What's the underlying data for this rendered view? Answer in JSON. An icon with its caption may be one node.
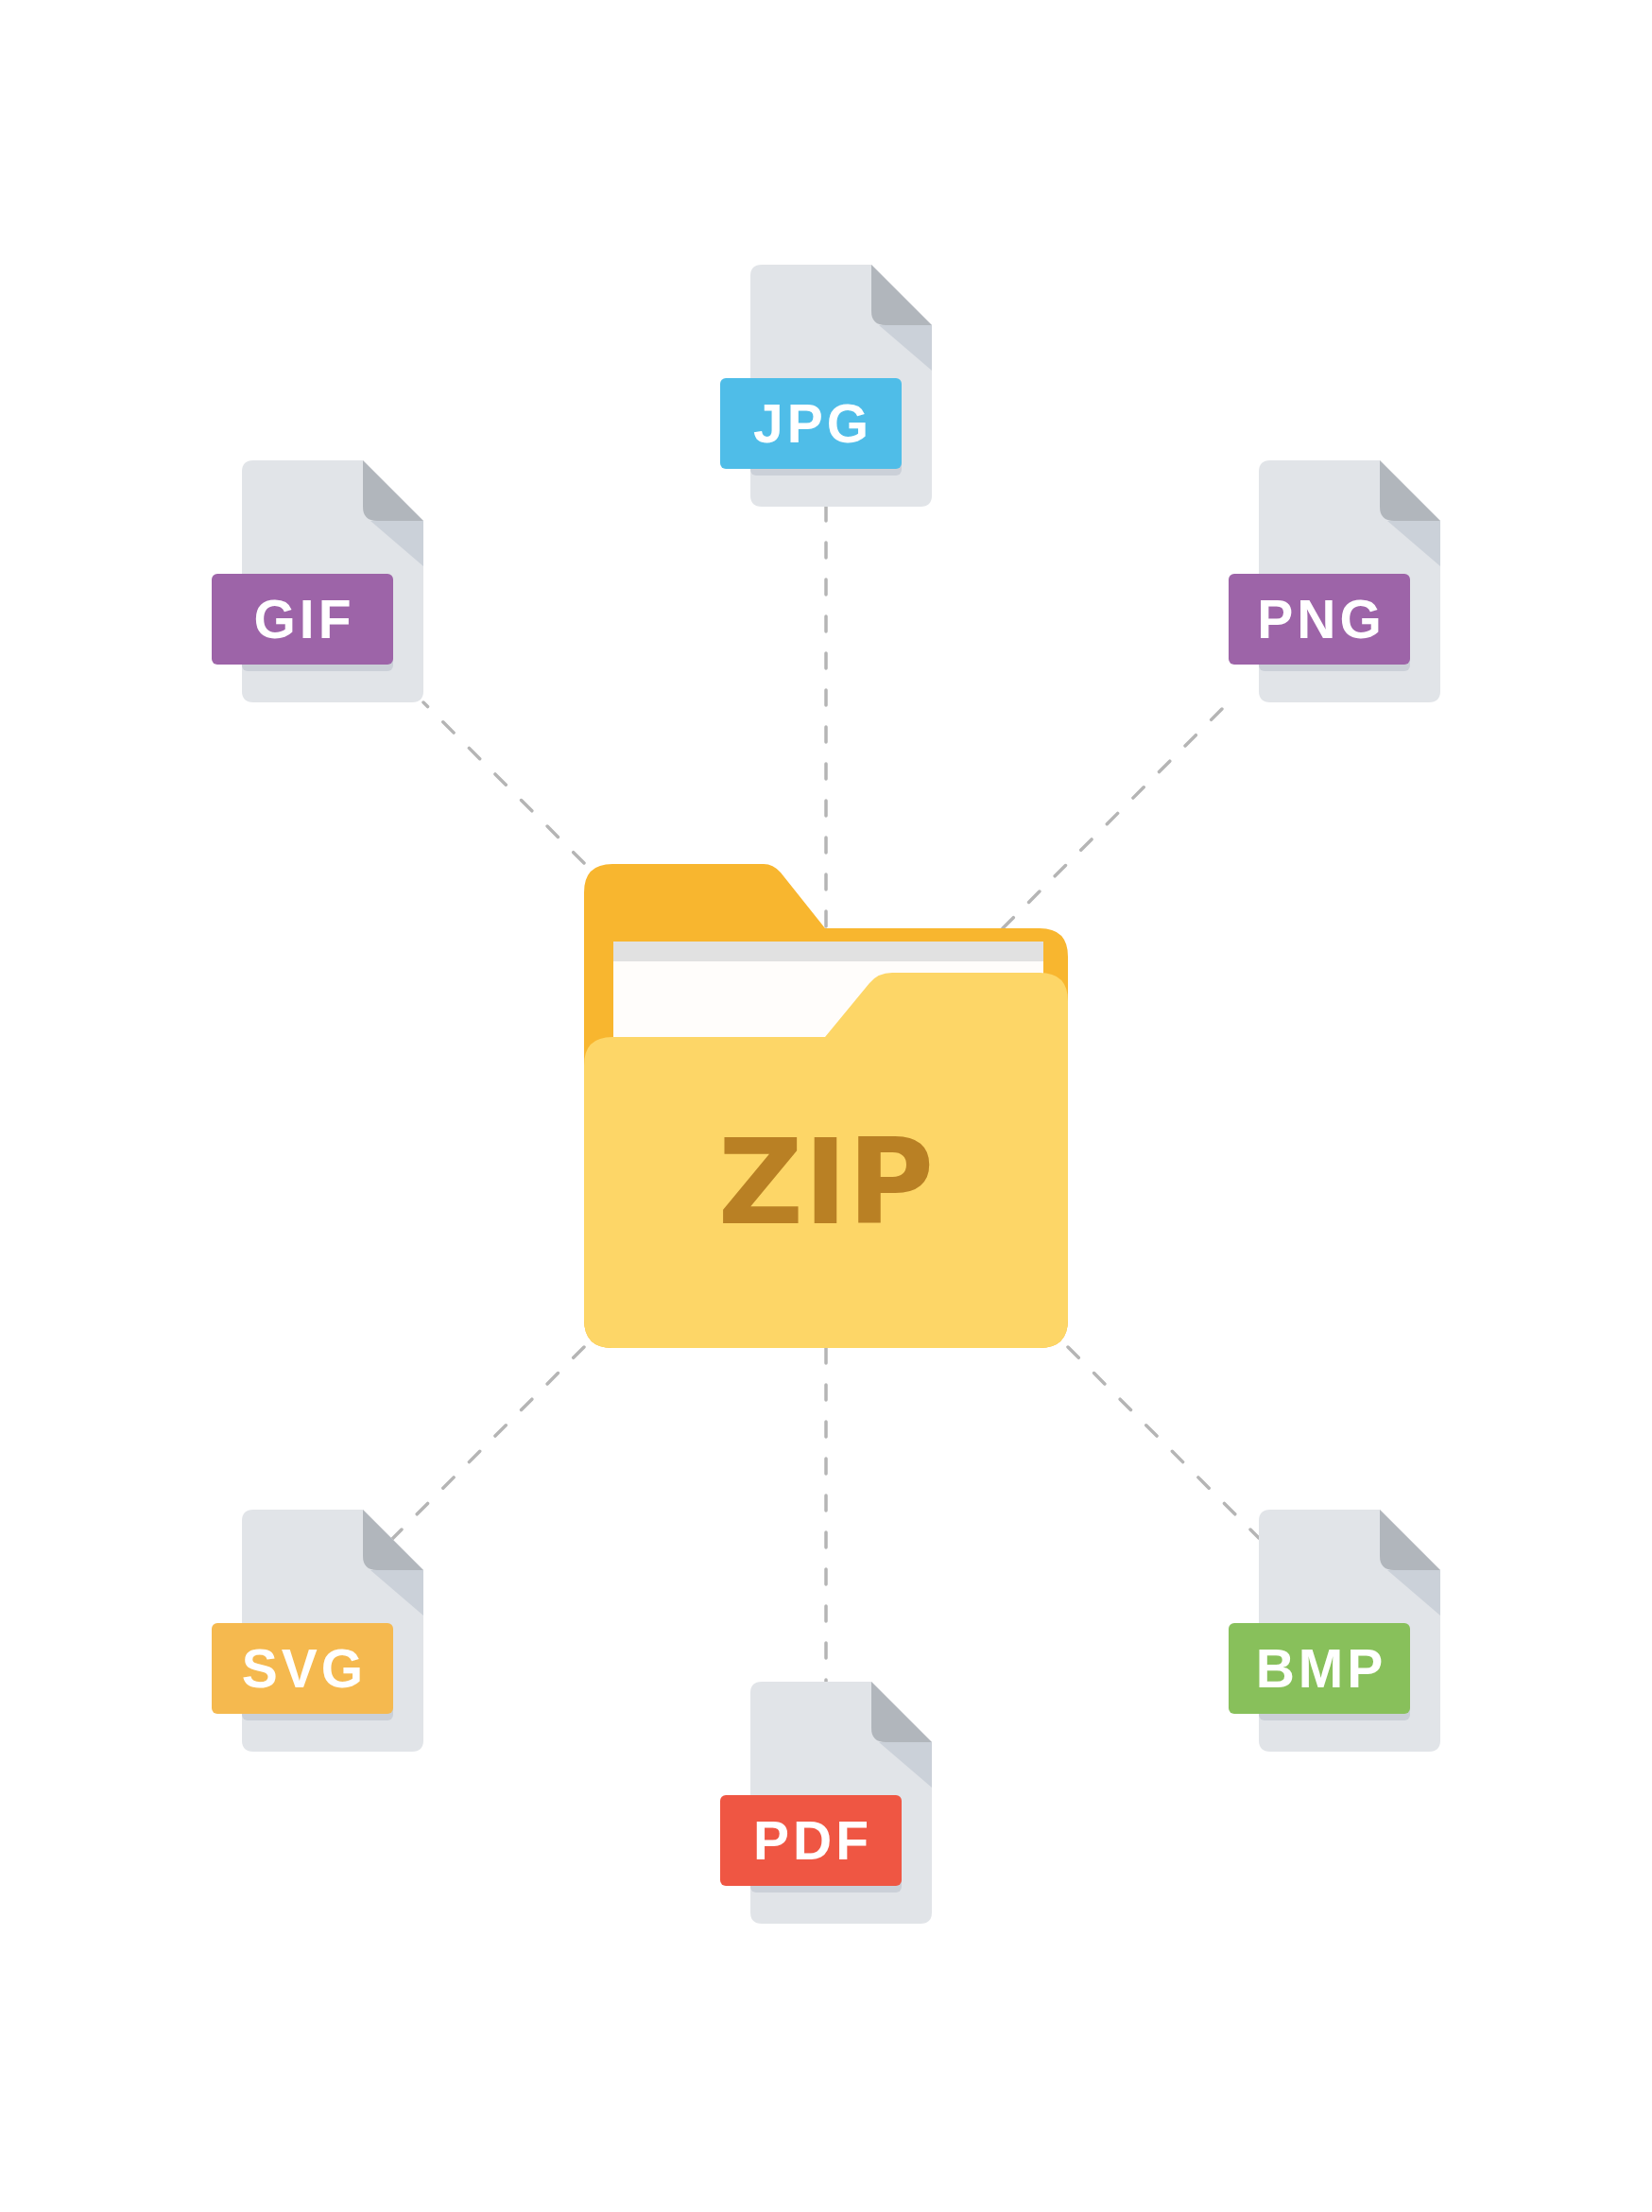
{
  "diagram": {
    "nodes": [
      {
        "text": [
          "JPG"
        ]
      },
      {
        "text": [
          "GIF"
        ]
      },
      {
        "text": [
          "PNG"
        ]
      },
      {
        "text": [
          "ZIP"
        ]
      },
      {
        "text": [
          "SVG"
        ]
      },
      {
        "text": [
          "BMP"
        ]
      },
      {
        "text": [
          "PDF"
        ]
      }
    ],
    "edges": [
      {
        "from": 3,
        "to": 0,
        "arrow": "none",
        "style": "dashed"
      },
      {
        "from": 3,
        "to": 1,
        "arrow": "none",
        "style": "dashed"
      },
      {
        "from": 3,
        "to": 2,
        "arrow": "none",
        "style": "dashed"
      },
      {
        "from": 3,
        "to": 4,
        "arrow": "none",
        "style": "dashed"
      },
      {
        "from": 3,
        "to": 5,
        "arrow": "none",
        "style": "dashed"
      },
      {
        "from": 3,
        "to": 6,
        "arrow": "none",
        "style": "dashed"
      }
    ]
  }
}
